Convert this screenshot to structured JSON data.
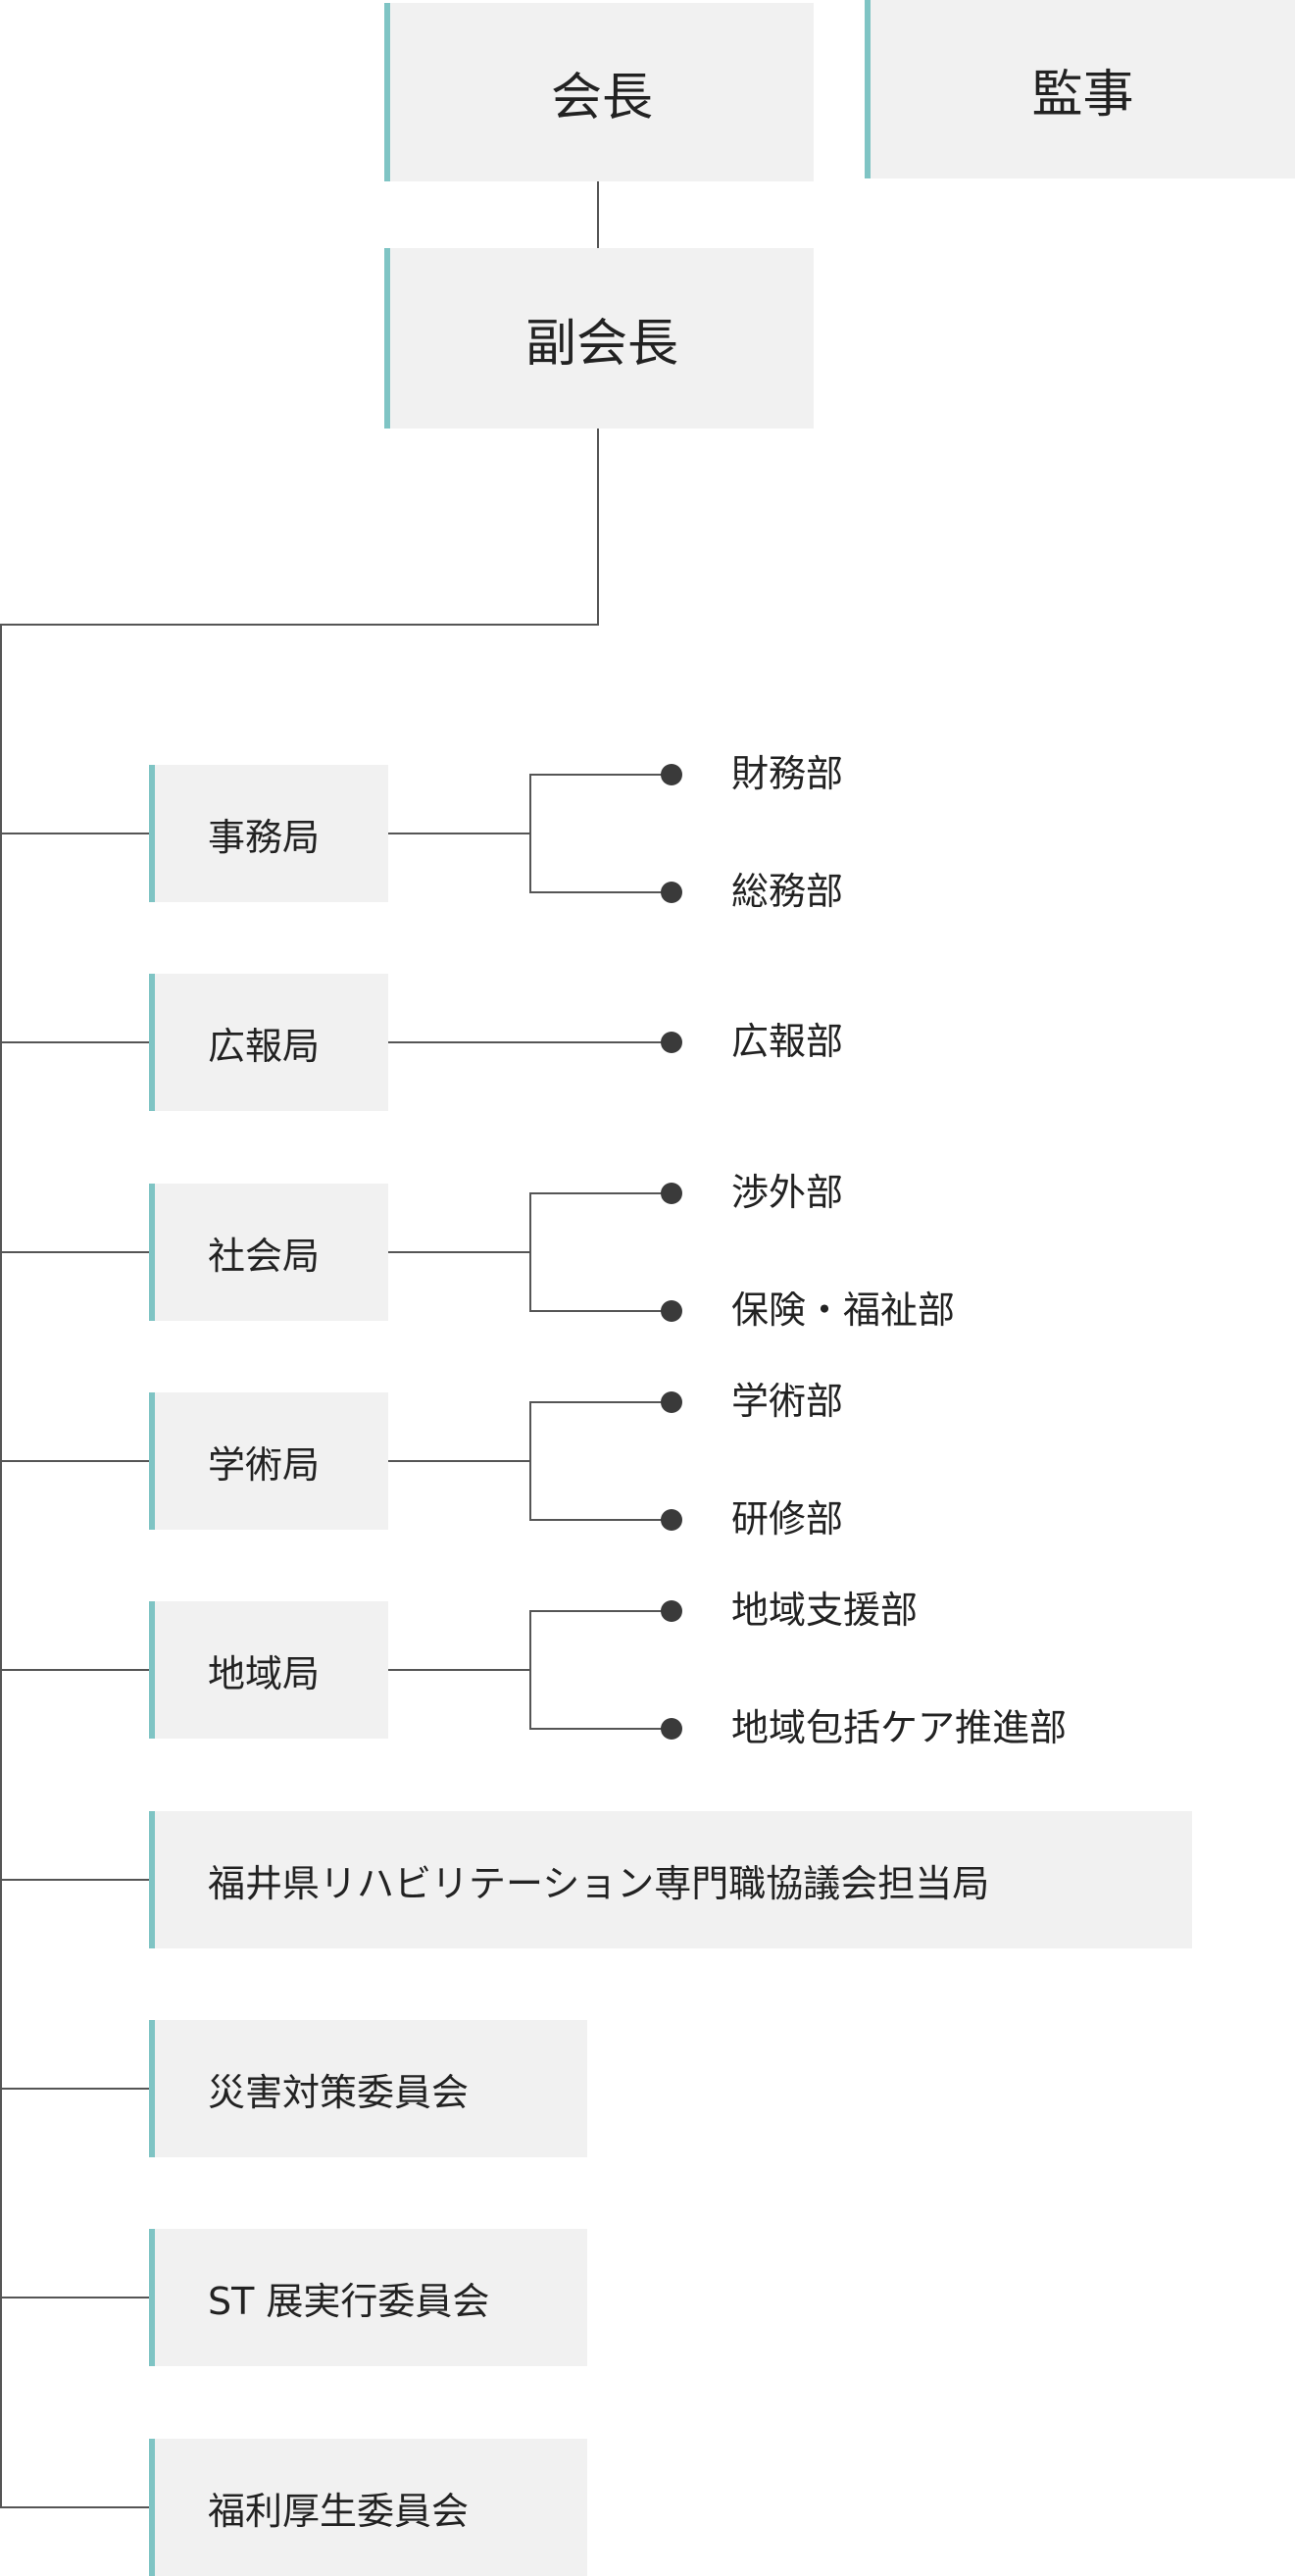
{
  "top": {
    "president": "会長",
    "auditor": "監事",
    "vice_president": "副会長"
  },
  "departments": [
    {
      "name": "事務局",
      "subs": [
        "財務部",
        "総務部"
      ]
    },
    {
      "name": "広報局",
      "subs": [
        "広報部"
      ]
    },
    {
      "name": "社会局",
      "subs": [
        "渉外部",
        "保険・福祉部"
      ]
    },
    {
      "name": "学術局",
      "subs": [
        "学術部",
        "研修部"
      ]
    },
    {
      "name": "地域局",
      "subs": [
        "地域支援部",
        "地域包括ケア推進部"
      ]
    },
    {
      "name": "福井県リハビリテーション専門職協議会担当局",
      "subs": []
    },
    {
      "name": "災害対策委員会",
      "subs": []
    },
    {
      "name": "ST 展実行委員会",
      "subs": []
    },
    {
      "name": "福利厚生委員会",
      "subs": []
    }
  ],
  "colors": {
    "accent": "#7fc4c4",
    "box": "#f1f1f1",
    "line": "#555555",
    "dot": "#3a3a3a"
  }
}
